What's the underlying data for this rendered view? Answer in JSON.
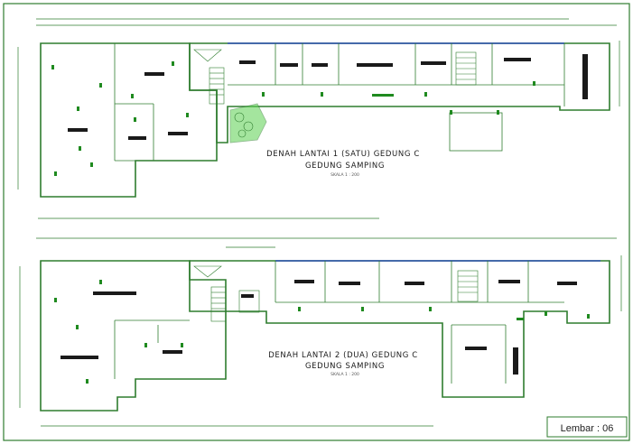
{
  "floor_plan_1": {
    "title_line1": "DENAH LANTAI 1 (SATU) GEDUNG C",
    "title_line2": "GEDUNG SAMPING",
    "scale": "SKALA 1 : 200"
  },
  "floor_plan_2": {
    "title_line1": "DENAH LANTAI 2 (DUA) GEDUNG C",
    "title_line2": "GEDUNG SAMPING",
    "scale": "SKALA 1 : 200"
  },
  "sheet": {
    "label": "Lembar : 06"
  },
  "colors": {
    "wall": "#2f7d2f",
    "room_tag": "#1a1a1a",
    "marker": "#1f8a1f",
    "window_line": "#2a4fb0",
    "garden": "#5ad14f"
  }
}
